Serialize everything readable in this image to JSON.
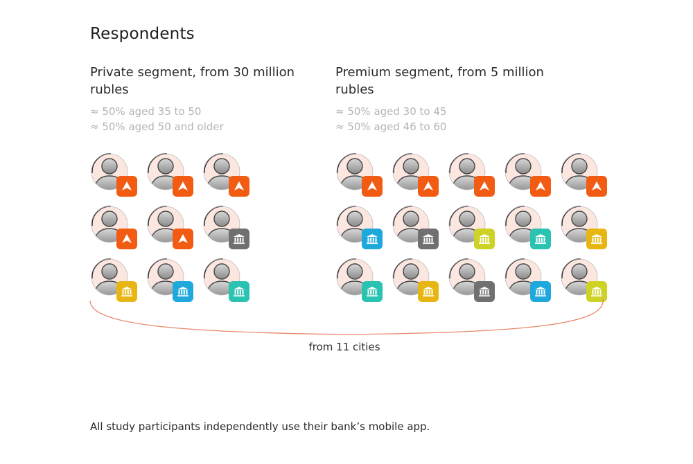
{
  "title": "Respondents",
  "segments": [
    {
      "title": "Private segment, from 30 million rubles",
      "ages": [
        "≈ 50% aged 35 to 50",
        "≈ 50% aged 50 and older"
      ],
      "columns": 3,
      "badges": [
        "orange",
        "orange",
        "orange",
        "orange",
        "orange",
        "gray",
        "yellow",
        "blue",
        "teal"
      ]
    },
    {
      "title": "Premium segment, from 5 million rubles",
      "ages": [
        "≈ 50% aged 30 to 45",
        "≈ 50% aged 46 to 60"
      ],
      "columns": 5,
      "badges": [
        "orange",
        "orange",
        "orange",
        "orange",
        "orange",
        "blue",
        "gray",
        "lime",
        "teal",
        "yellow",
        "teal",
        "yellow",
        "gray",
        "blue",
        "lime"
      ]
    }
  ],
  "badge_colors": {
    "orange": "#f25c12",
    "gray": "#707070",
    "yellow": "#e8b612",
    "blue": "#1ea8dc",
    "teal": "#2ac2b0",
    "lime": "#cdd225"
  },
  "badge_icons": {
    "orange": "bank-logo-icon",
    "gray": "bank-building-icon",
    "yellow": "bank-building-icon",
    "blue": "bank-building-icon",
    "teal": "bank-building-icon",
    "lime": "bank-building-icon"
  },
  "brace_color": "#e8876a",
  "cities_label": "from 11 cities",
  "footer": "All study participants independently use their bank’s mobile app."
}
